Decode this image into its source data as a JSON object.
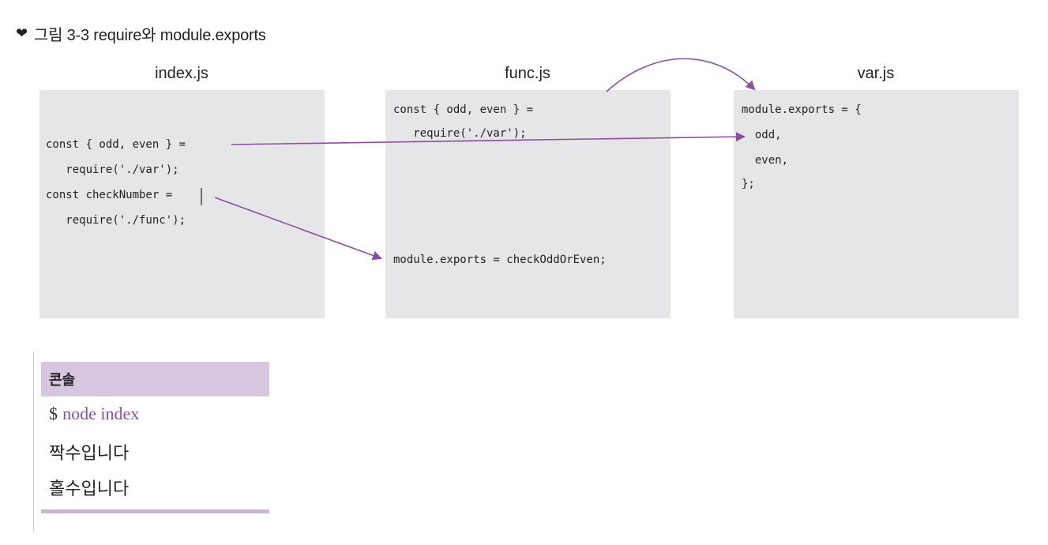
{
  "figure": {
    "icon": "heart-icon",
    "title": "그림 3-3 require와 module.exports"
  },
  "files": {
    "index": {
      "label": "index.js",
      "lines": [
        "const { odd, even } =",
        "   require('./var');",
        "const checkNumber =",
        "   require('./func');"
      ]
    },
    "func": {
      "label": "func.js",
      "lines": [
        "const { odd, even } =",
        "   require('./var');",
        "module.exports = checkOddOrEven;"
      ]
    },
    "var": {
      "label": "var.js",
      "lines": [
        "module.exports = {",
        "  odd,",
        "  even,",
        "};"
      ]
    }
  },
  "console": {
    "header": "콘솔",
    "prompt": "$",
    "command": "node index",
    "outputs": [
      "짝수입니다",
      "홀수입니다"
    ]
  },
  "colors": {
    "panel": "#e6e6e8",
    "arrow": "#8a4f9d",
    "console_header": "#d7c6df",
    "console_footer": "#c8b4d3"
  }
}
